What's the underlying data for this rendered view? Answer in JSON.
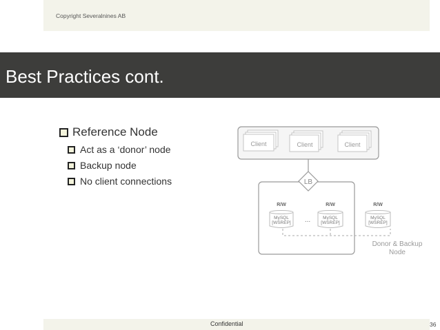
{
  "header": {
    "copyright": "Copyright Severalnines AB"
  },
  "slide": {
    "title": "Best Practices cont.",
    "main_bullet": "Reference Node",
    "sub_bullets": [
      "Act as a ‘donor’ node",
      "Backup node",
      "No client connections"
    ]
  },
  "diagram": {
    "clients": [
      "Client",
      "Client",
      "Client"
    ],
    "lb_label": "LB",
    "nodes": [
      {
        "mode": "R/W",
        "line1": "MySQL",
        "line2": "[WSREP]"
      },
      {
        "mode": "R/W",
        "line1": "MySQL",
        "line2": "[WSREP]"
      },
      {
        "mode": "R/W",
        "line1": "MySQL",
        "line2": "[WSREP]"
      }
    ],
    "ellipsis": "...",
    "donor_label_line1": "Donor & Backup",
    "donor_label_line2": "Node"
  },
  "footer": {
    "confidential": "Confidential",
    "page_number": "36"
  }
}
